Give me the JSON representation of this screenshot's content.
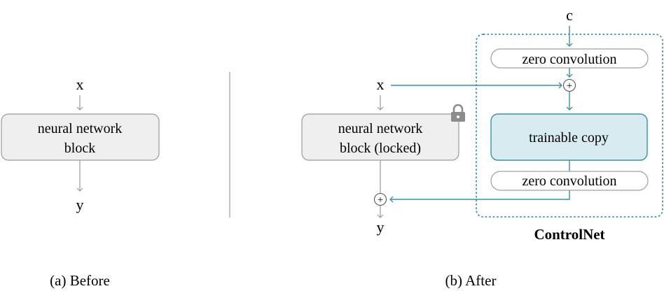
{
  "before": {
    "input": "x",
    "block_line1": "neural network",
    "block_line2": "block",
    "output": "y",
    "caption": "(a) Before"
  },
  "after": {
    "input": "x",
    "block_line1": "neural network",
    "block_line2": "block (locked)",
    "output": "y",
    "condition": "c",
    "zero_conv_top": "zero convolution",
    "trainable": "trainable copy",
    "zero_conv_bottom": "zero convolution",
    "controlnet": "ControlNet",
    "plus": "+",
    "caption": "(b) After"
  },
  "colors": {
    "gray_stroke": "#9a9a9a",
    "block_fill": "#efefef",
    "teal": "#3d8ea8",
    "trainable_fill": "#d7ebf1",
    "divider": "#b0b0b0"
  }
}
